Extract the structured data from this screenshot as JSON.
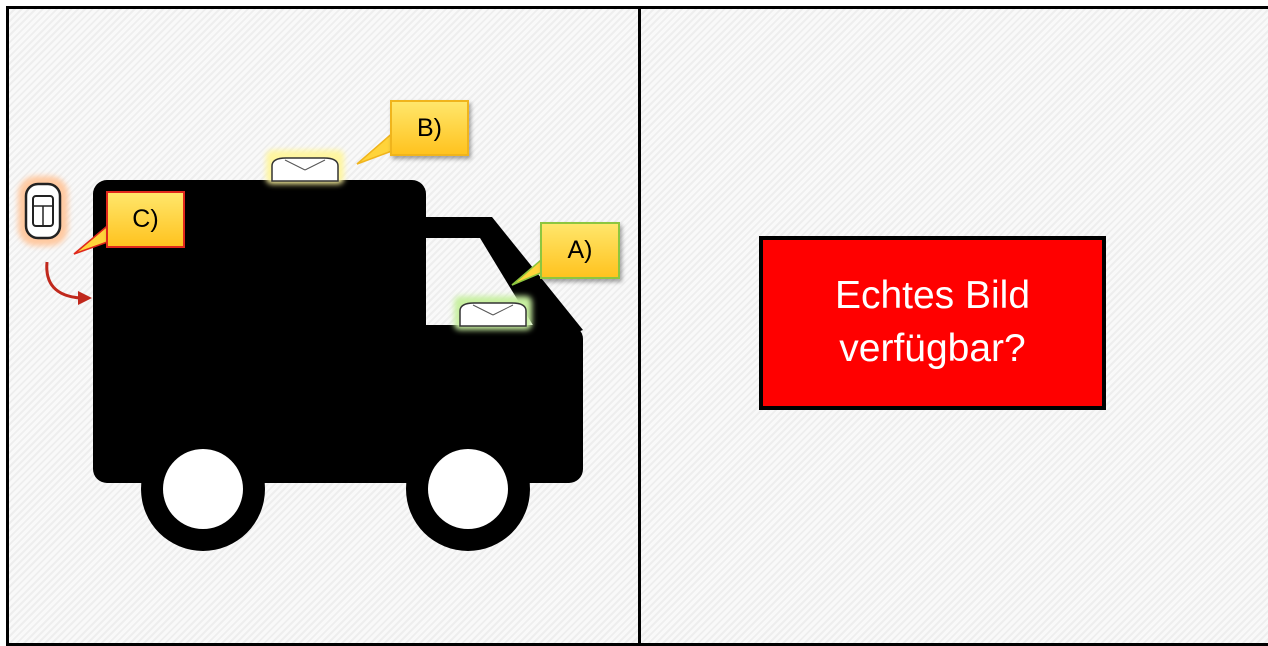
{
  "callouts": {
    "a": "A)",
    "b": "B)",
    "c": "C)"
  },
  "question": {
    "text": "Echtes Bild\nverfügbar?"
  },
  "colors": {
    "vehicle": "#000000",
    "question_box": "#ff0000",
    "callout_fill": "#ffd43b",
    "callout_a_border": "#8dc63f",
    "callout_b_border": "#f0b41c",
    "callout_c_border": "#e0281c",
    "arrow": "#c0281c"
  },
  "icons": [
    "van-silhouette",
    "camera-module-icon",
    "device-icon",
    "curved-arrow-icon"
  ]
}
